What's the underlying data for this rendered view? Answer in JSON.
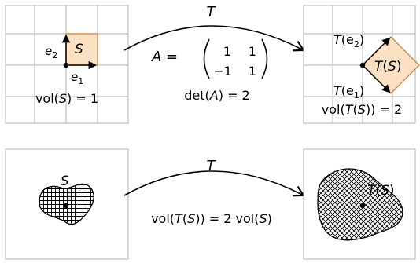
{
  "top": {
    "left_panel": {
      "e2": "e",
      "e2_sub": "2",
      "e1": "e",
      "e1_sub": "1",
      "S": "S",
      "vol_prefix": "vol(",
      "vol_var": "S",
      "vol_suffix": ") = 1"
    },
    "map": {
      "T": "T",
      "A_lhs": "A =",
      "m11": "1",
      "m12": "1",
      "m21": "−1",
      "m22": "1",
      "det_prefix": "det(",
      "det_var": "A",
      "det_suffix": ") = 2"
    },
    "right_panel": {
      "Te2_prefix": "T",
      "Te2_mid": "(e",
      "Te2_sub": "2",
      "Te2_end": ")",
      "Te1_prefix": "T",
      "Te1_mid": "(e",
      "Te1_sub": "1",
      "Te1_end": ")",
      "TS_T": "T",
      "TS_open": "(",
      "TS_S": "S",
      "TS_close": ")",
      "vol_prefix": "vol(",
      "vol_T": "T",
      "vol_mid": "(",
      "vol_S": "S",
      "vol_suffix": ")) = 2"
    }
  },
  "bottom": {
    "left_panel": {
      "S": "S"
    },
    "map": {
      "T": "T",
      "eq_prefix": "vol(",
      "eq_T": "T",
      "eq_mid1": "(",
      "eq_S1": "S",
      "eq_mid2": ")) = 2 vol(",
      "eq_S2": "S",
      "eq_suffix": ")"
    },
    "right_panel": {
      "TS_T": "T",
      "TS_open": "(",
      "TS_S": "S",
      "TS_close": ")"
    }
  },
  "colors": {
    "grid": "#b3b3b3",
    "square_fill": "#fbe0c4",
    "square_stroke": "#c9823e",
    "ink": "#000000"
  }
}
